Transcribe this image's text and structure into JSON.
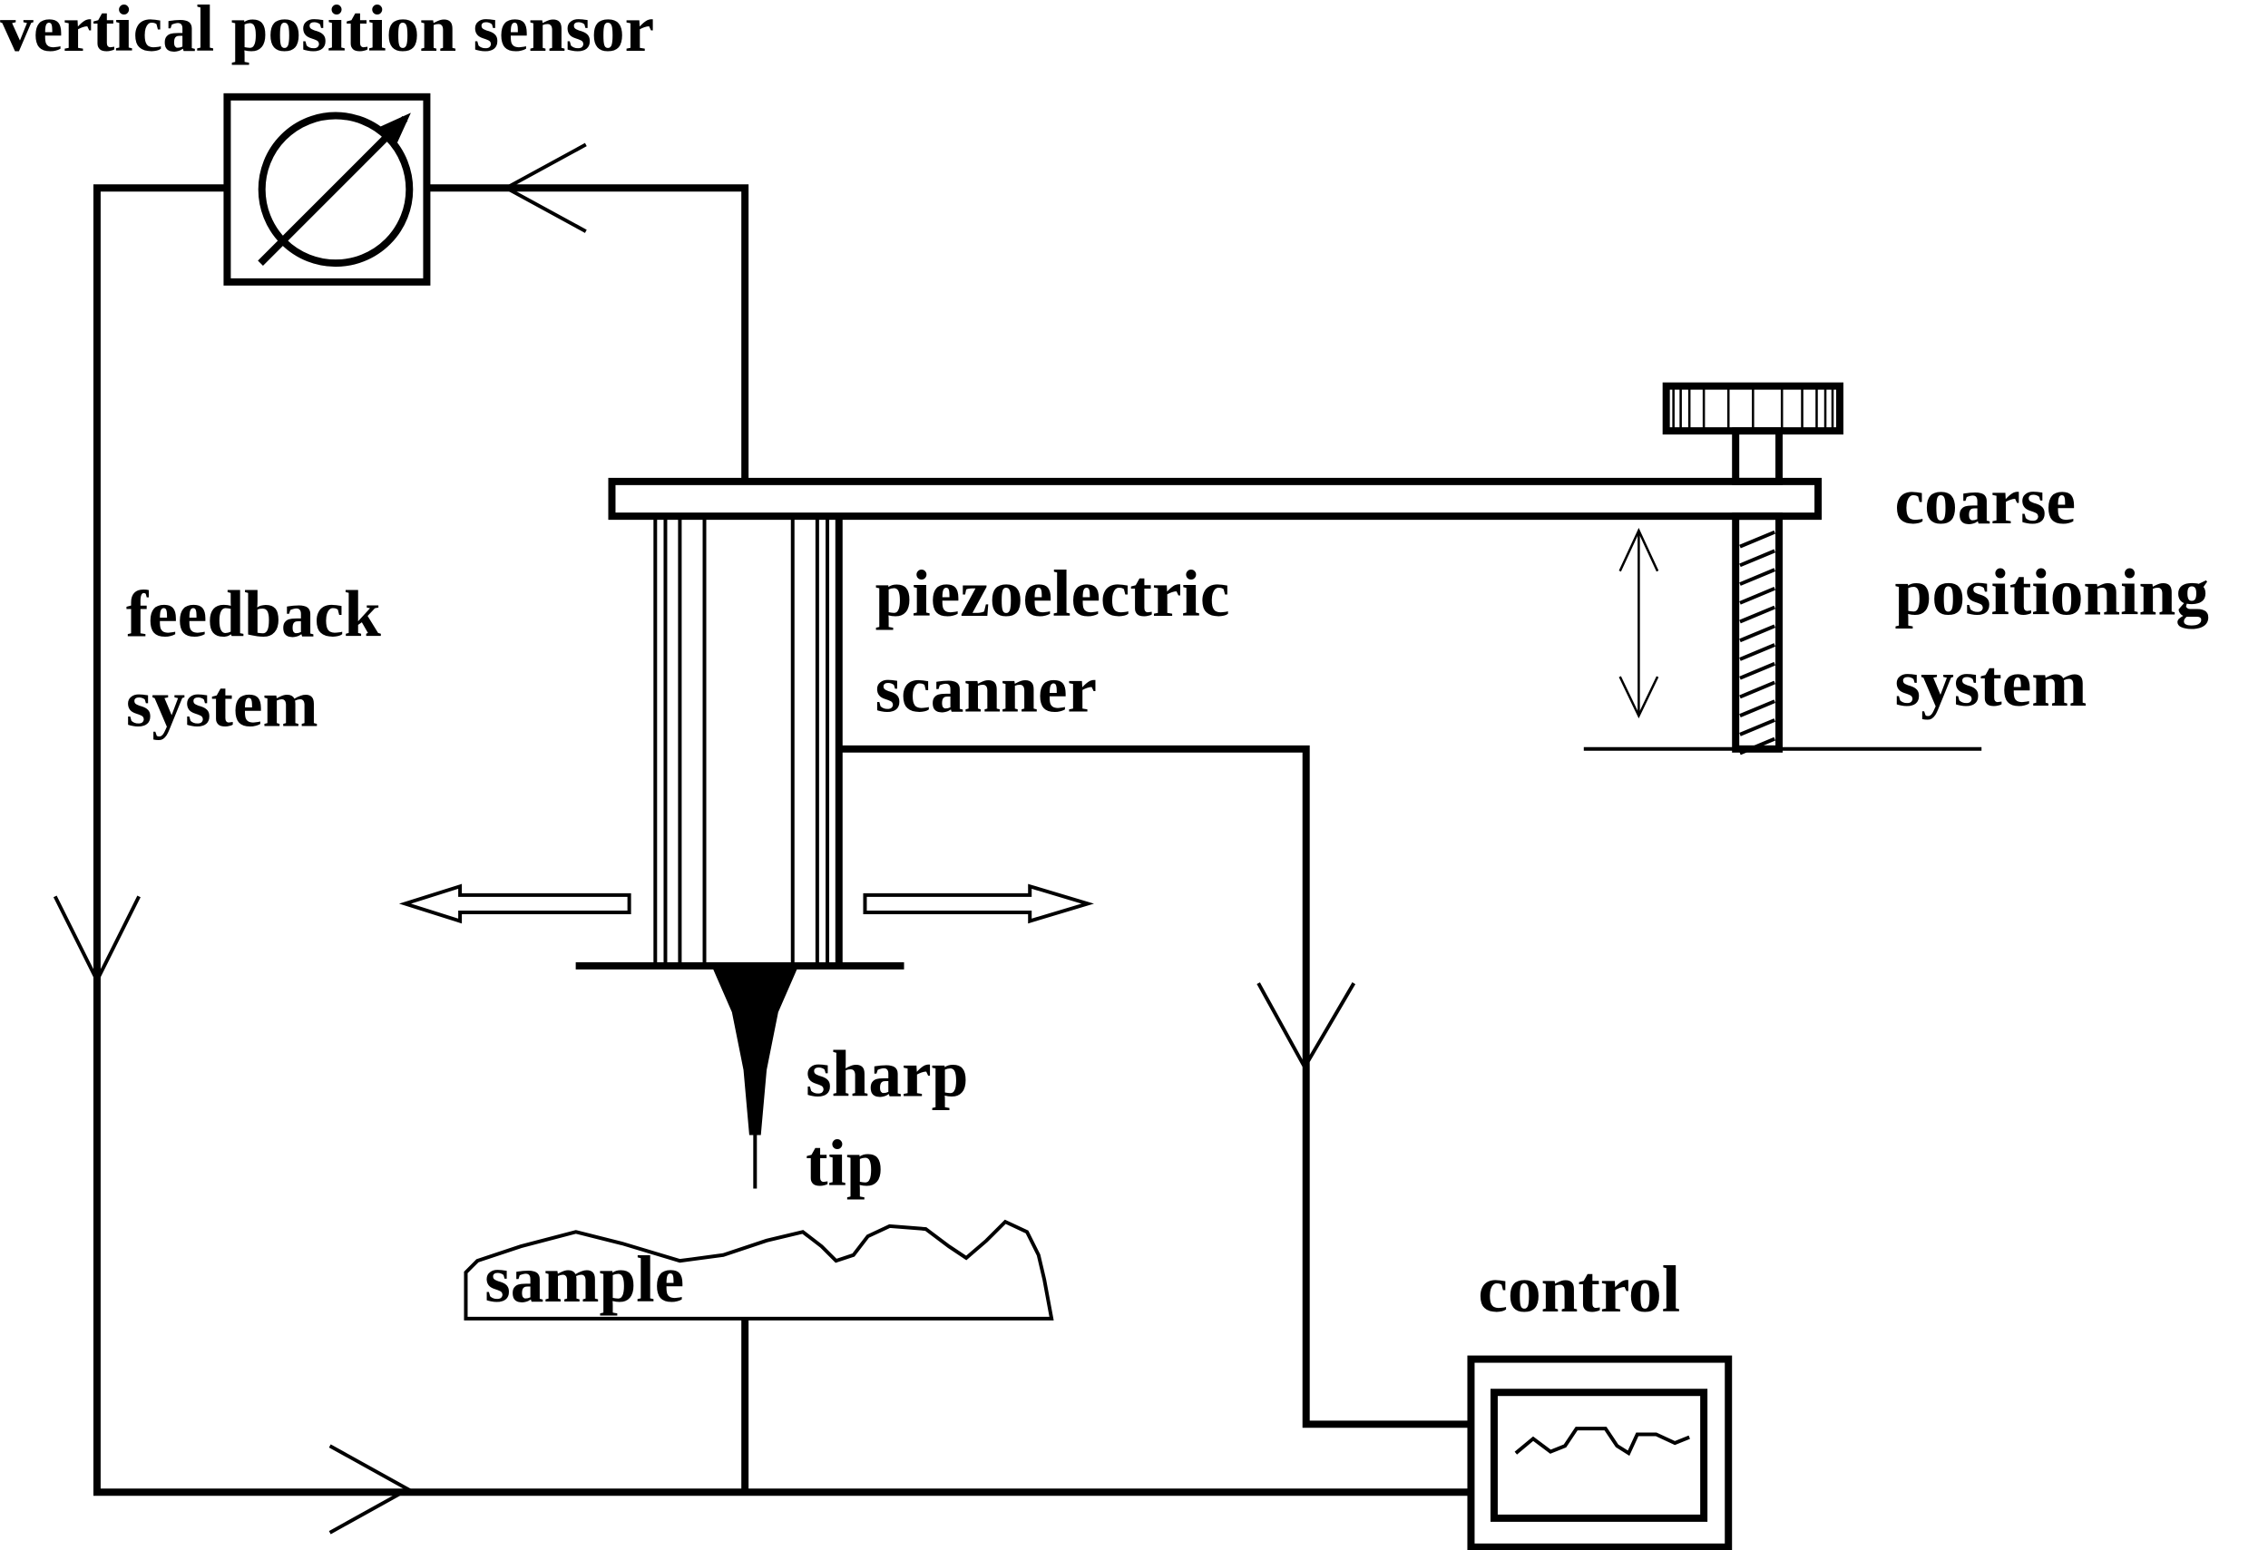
{
  "labels": {
    "sensor": "vertical position sensor",
    "feedback_line1": "feedback",
    "feedback_line2": "system",
    "scanner_line1": "piezoelectric",
    "scanner_line2": "scanner",
    "coarse_line1": "coarse",
    "coarse_line2": "positioning",
    "coarse_line3": "system",
    "tip_line1": "sharp",
    "tip_line2": "tip",
    "sample": "sample",
    "control": "control"
  },
  "colors": {
    "ink": "#000000",
    "background": "#ffffff"
  }
}
